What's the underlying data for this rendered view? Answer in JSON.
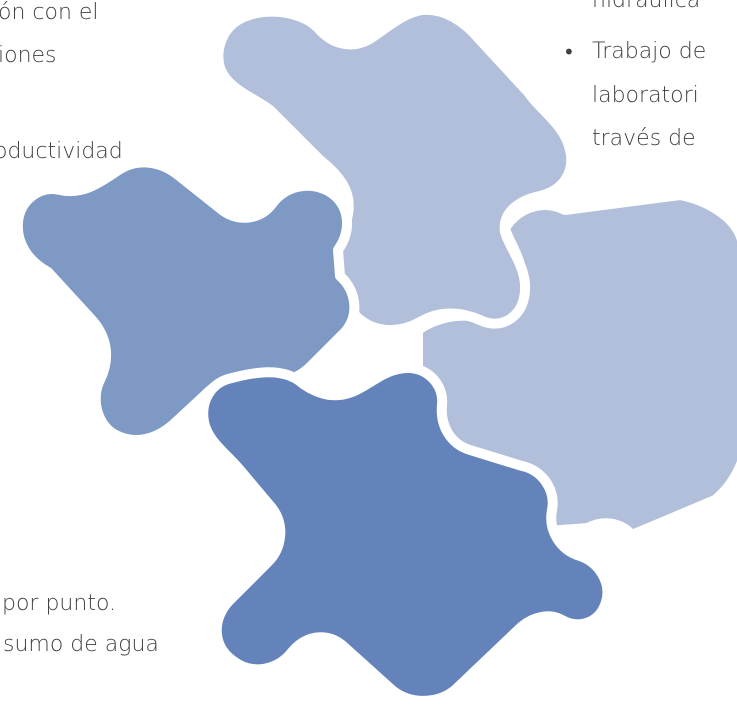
{
  "left_column": {
    "lines": [
      "ón con el",
      "iones",
      "oductividad",
      "por punto.",
      "sumo de agua"
    ]
  },
  "right_column": {
    "bullet_symbol": "•",
    "lines": [
      "hidráulica",
      "Trabajo de",
      "laboratori",
      "través de"
    ]
  },
  "graphic": {
    "name": "puzzle-pieces",
    "colors": {
      "light": "#b1bfdb",
      "medium": "#7f99c5",
      "dark": "#6383ba",
      "outline": "#ffffff"
    }
  }
}
